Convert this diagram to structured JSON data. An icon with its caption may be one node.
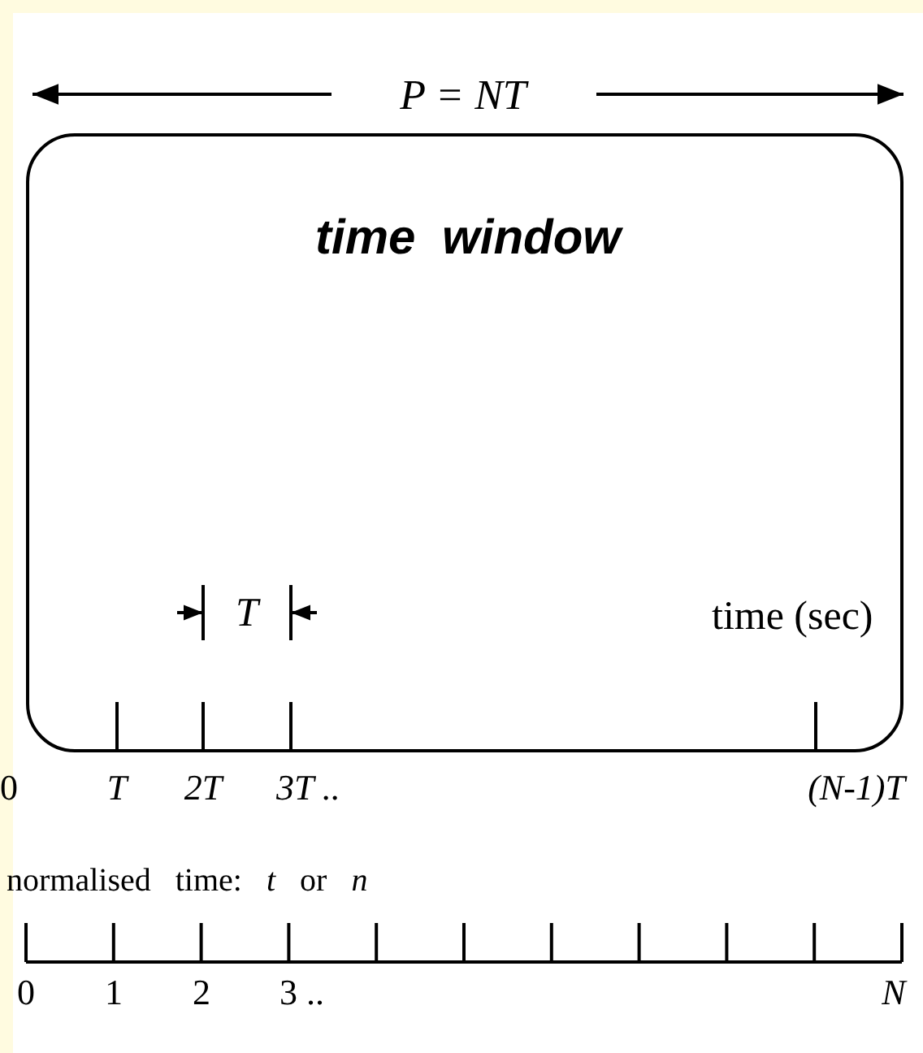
{
  "diagram": {
    "nodes": [
      {
        "text": [
          "time window",
          "time (sec)"
        ]
      }
    ],
    "edges": [],
    "labels": [
      "P = NT",
      "T",
      "0",
      "T",
      "2T",
      "3T ..",
      "(N-1)T",
      "normalised time: *t* or *n*",
      "0",
      "1",
      "2",
      "3 ..",
      "N"
    ]
  }
}
